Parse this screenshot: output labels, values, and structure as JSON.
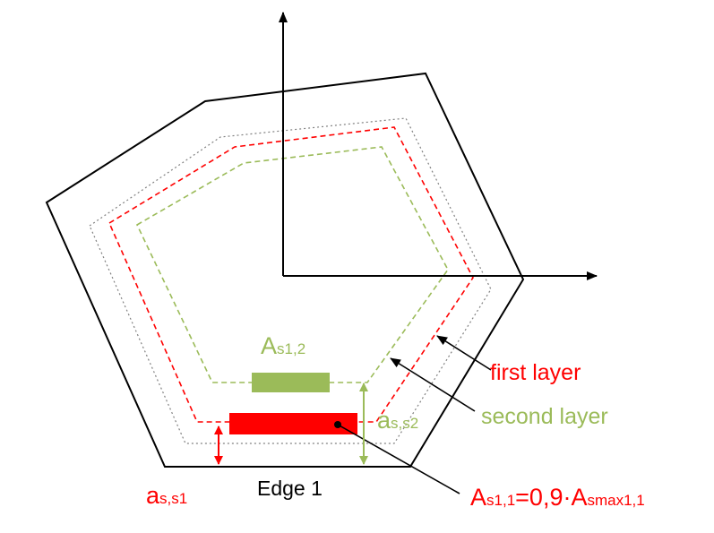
{
  "labels": {
    "a_s12": {
      "main": "A",
      "sub": "s1,2"
    },
    "a_s11_main": "A",
    "a_s11_sub": "s1,1",
    "a_s11_mid": "=0,9·A",
    "a_s11_sub2": "smax1,1",
    "as_s2": {
      "main": "a",
      "sub": "s,s2"
    },
    "as_s1": {
      "main": "a",
      "sub": "s,s1"
    },
    "edge1": "Edge 1",
    "first_layer": "first layer",
    "second_layer": "second layer"
  },
  "colors": {
    "outline": "#000000",
    "first_layer": "#ff0000",
    "second_layer": "#9bbb59",
    "cover": "#808080"
  }
}
